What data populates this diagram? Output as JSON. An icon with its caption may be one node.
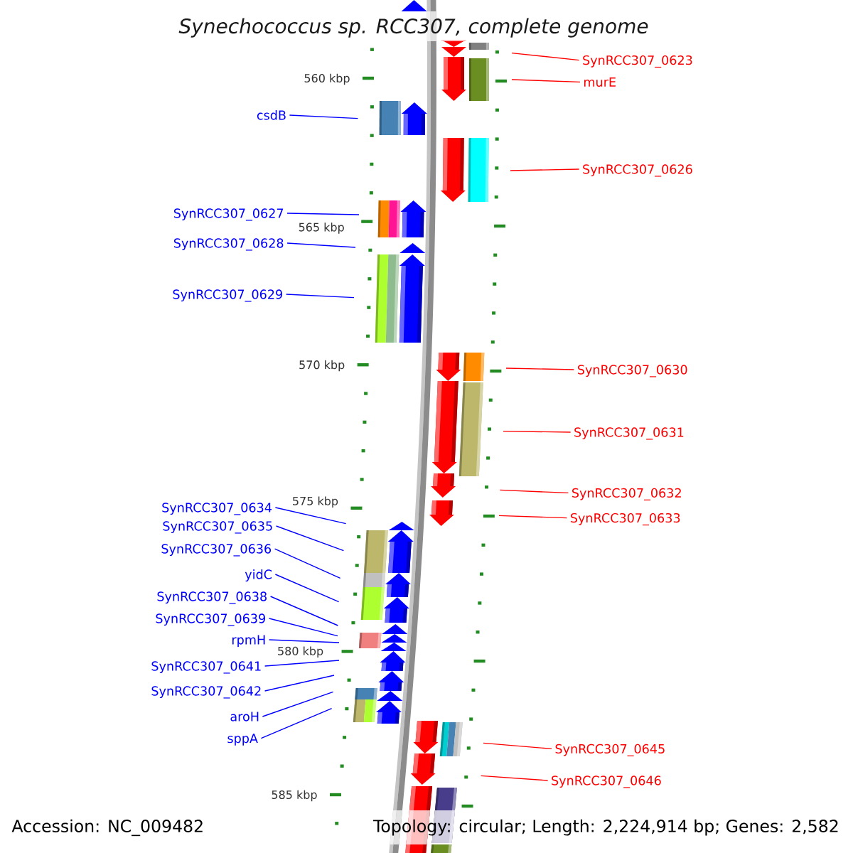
{
  "diagram": {
    "title": "Synechococcus sp. RCC307, complete genome",
    "nodes": [
      {
        "text": [
          "csdB"
        ]
      },
      {
        "text": [
          "SynRCC307_0627"
        ]
      },
      {
        "text": [
          "SynRCC307_0628"
        ]
      },
      {
        "text": [
          "SynRCC307_0629"
        ]
      },
      {
        "text": [
          "SynRCC307_0634"
        ]
      },
      {
        "text": [
          "SynRCC307_0635"
        ]
      },
      {
        "text": [
          "SynRCC307_0636"
        ]
      },
      {
        "text": [
          "yidC"
        ]
      },
      {
        "text": [
          "SynRCC307_0638"
        ]
      },
      {
        "text": [
          "SynRCC307_0639"
        ]
      },
      {
        "text": [
          "rpmH"
        ]
      },
      {
        "text": [
          "SynRCC307_0641"
        ]
      },
      {
        "text": [
          "SynRCC307_0642"
        ]
      },
      {
        "text": [
          "aroH"
        ]
      },
      {
        "text": [
          "sppA"
        ]
      },
      {
        "text": [
          "SynRCC307_0623"
        ]
      },
      {
        "text": [
          "murE"
        ]
      },
      {
        "text": [
          "SynRCC307_0626"
        ]
      },
      {
        "text": [
          "SynRCC307_0630"
        ]
      },
      {
        "text": [
          "SynRCC307_0631"
        ]
      },
      {
        "text": [
          "SynRCC307_0632"
        ]
      },
      {
        "text": [
          "SynRCC307_0633"
        ]
      },
      {
        "text": [
          "SynRCC307_0645"
        ]
      },
      {
        "text": [
          "SynRCC307_0646"
        ]
      }
    ],
    "edges": [
      {
        "from": 0,
        "to": null,
        "arrow": "none"
      },
      {
        "from": 1,
        "to": null,
        "arrow": "none"
      },
      {
        "from": 2,
        "to": null,
        "arrow": "none"
      },
      {
        "from": 3,
        "to": null,
        "arrow": "none"
      },
      {
        "from": 4,
        "to": null,
        "arrow": "none"
      },
      {
        "from": 5,
        "to": null,
        "arrow": "none"
      },
      {
        "from": 6,
        "to": null,
        "arrow": "none"
      },
      {
        "from": 7,
        "to": null,
        "arrow": "none"
      },
      {
        "from": 8,
        "to": null,
        "arrow": "none"
      },
      {
        "from": 9,
        "to": null,
        "arrow": "none"
      },
      {
        "from": 10,
        "to": null,
        "arrow": "none"
      },
      {
        "from": 11,
        "to": null,
        "arrow": "none"
      },
      {
        "from": 12,
        "to": null,
        "arrow": "none"
      },
      {
        "from": 13,
        "to": null,
        "arrow": "none"
      },
      {
        "from": 14,
        "to": null,
        "arrow": "none"
      },
      {
        "from": 15,
        "to": null,
        "arrow": "none",
        "color": "#ff0000"
      },
      {
        "from": 16,
        "to": null,
        "arrow": "none",
        "color": "#ff0000"
      },
      {
        "from": 17,
        "to": null,
        "arrow": "none",
        "color": "#ff0000"
      },
      {
        "from": 18,
        "to": null,
        "arrow": "none",
        "color": "#ff0000"
      },
      {
        "from": 19,
        "to": null,
        "arrow": "none",
        "color": "#ff0000"
      },
      {
        "from": 20,
        "to": null,
        "arrow": "none",
        "color": "#ff0000"
      },
      {
        "from": 21,
        "to": null,
        "arrow": "none",
        "color": "#ff0000"
      },
      {
        "from": 22,
        "to": null,
        "arrow": "none",
        "color": "#ff0000"
      },
      {
        "from": 23,
        "to": null,
        "arrow": "none",
        "color": "#ff0000"
      }
    ],
    "labels": [
      "560 kbp",
      "565 kbp",
      "570 kbp",
      "575 kbp",
      "580 kbp",
      "585 kbp",
      "Accession: NC_009482",
      "Topology: circular; Length: 2,224,914 bp; Genes: 2,582"
    ]
  }
}
